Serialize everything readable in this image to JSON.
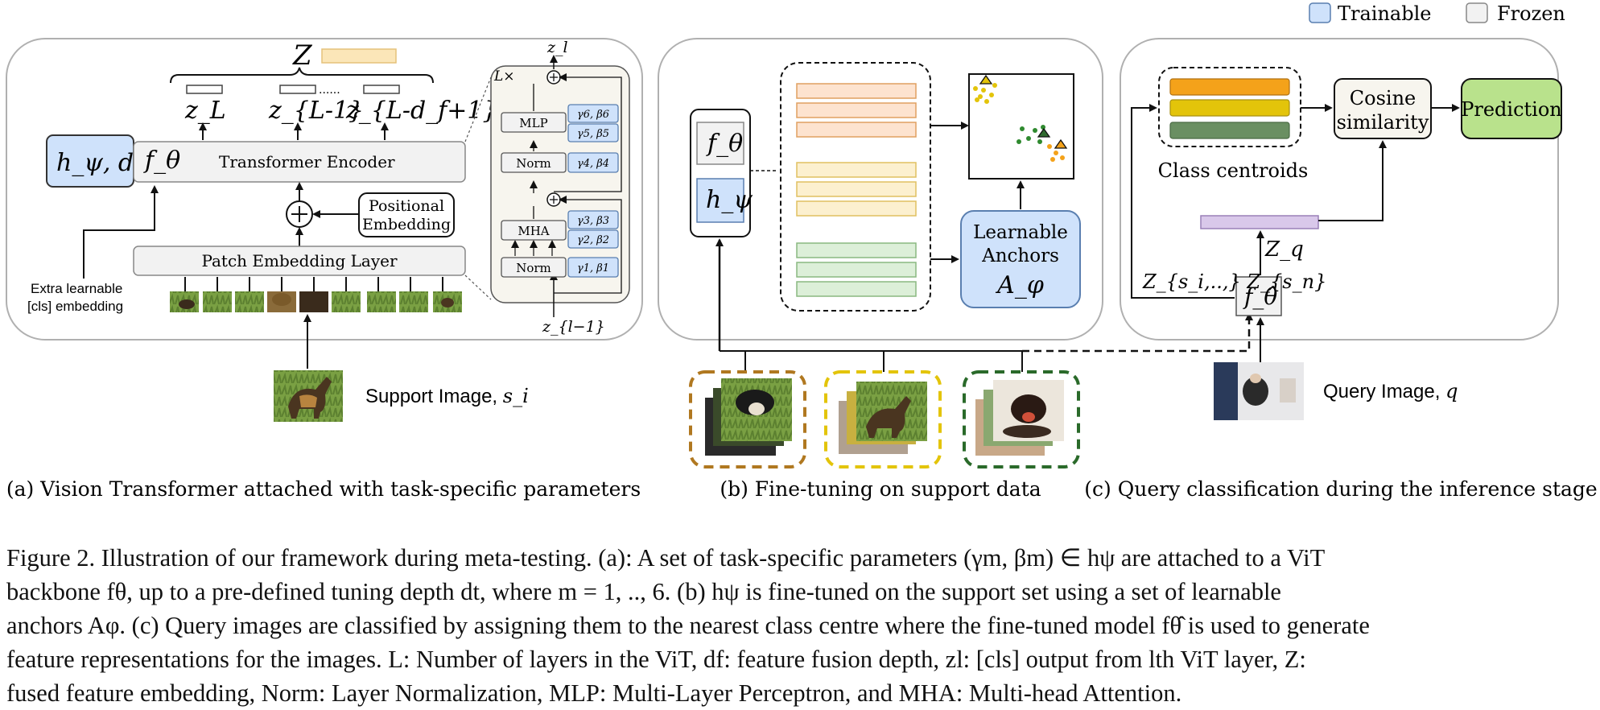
{
  "legend": {
    "trainable": "Trainable",
    "frozen": "Frozen"
  },
  "colors": {
    "trainable": "#cfe2fb",
    "frozen": "#f2f2f2",
    "panel_border": "#b0b0b0",
    "orange": "#f4a21a",
    "yellow": "#e3c40a",
    "green": "#6a8f62",
    "prediction": "#b9e28c",
    "query_feature": "#d9c8ea",
    "z_bar": "#fbe6b8"
  },
  "panel_a": {
    "caption": "(a) Vision Transformer  attached with task-specific parameters",
    "Z": "Z",
    "zL": "z_L",
    "zL1": "z_{L-1}",
    "zLdf": "z_{L-d_f+1}",
    "dots": "......",
    "hpsi_dt": "h_ψ, d_t",
    "ftheta": "f_θ",
    "encoder": "Transformer Encoder",
    "positional": [
      "Positional",
      "Embedding"
    ],
    "patch_layer": "Patch Embedding Layer",
    "extra_cls": [
      "Extra learnable",
      "[cls] embedding"
    ],
    "support_label": "Support Image, ",
    "support_var": "s_i",
    "block": {
      "Lx": "L×",
      "zl": "z_l",
      "zl1": "z_{l−1}",
      "mlp": "MLP",
      "norm": "Norm",
      "mha": "MHA",
      "params": [
        "γ6, β6",
        "γ5, β5",
        "γ4, β4",
        "γ3, β3",
        "γ2, β2",
        "γ1, β1"
      ]
    }
  },
  "panel_b": {
    "caption": "(b) Fine-tuning on support data",
    "ftheta": "f_θ",
    "hpsi": "h_ψ",
    "anchors": [
      "Learnable",
      "Anchors"
    ],
    "anchor_var": "A_φ"
  },
  "panel_c": {
    "caption": "(c) Query classification during the inference stage",
    "cosine": [
      "Cosine",
      "similarity"
    ],
    "prediction": "Prediction",
    "centroids": "Class centroids",
    "zq": "Z_q",
    "zs": "Z_{s_i,..,} Z_{s_n}",
    "fhat": "f_θ̂",
    "query_label": "Query Image, ",
    "query_var": "q"
  },
  "caption_lines": [
    "Figure 2. Illustration of our framework during meta-testing. (a): A set of task-specific parameters (γm, βm) ∈ hψ are attached to a ViT",
    "backbone fθ, up to a pre-defined tuning depth dt, where m = 1, .., 6. (b) hψ is fine-tuned on the support set using a set of learnable",
    "anchors Aφ. (c) Query images are classified by assigning them to the nearest class centre where the fine-tuned model fθ̂ is used to generate",
    "feature representations for the images. L: Number of layers in the ViT, df: feature fusion depth, zl: [cls] output from lth ViT layer, Z:",
    "fused feature embedding, Norm: Layer Normalization, MLP: Multi-Layer Perceptron, and MHA: Multi-head Attention."
  ]
}
